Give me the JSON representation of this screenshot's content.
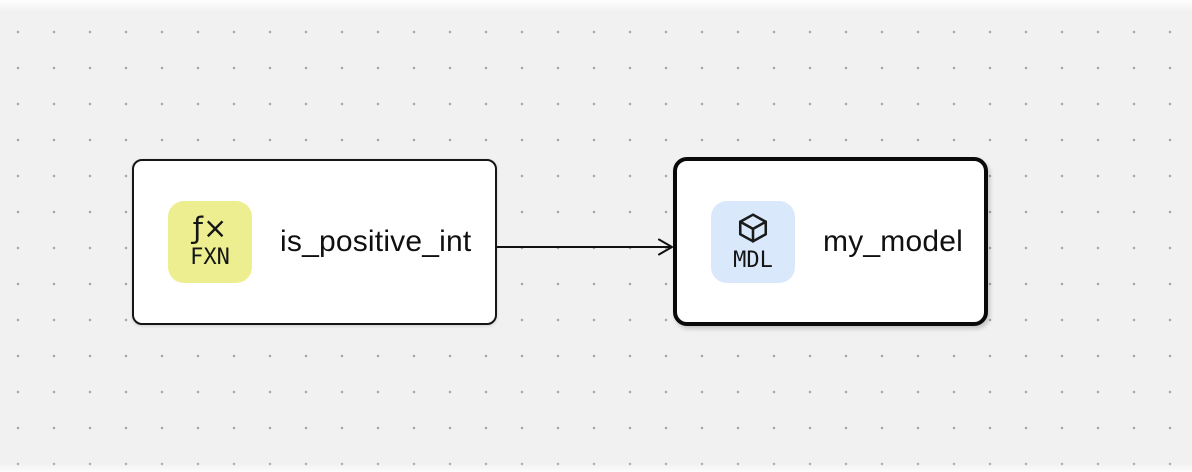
{
  "canvas": {
    "background_color": "#f1f1f1",
    "dot_color": "#a6a6a6"
  },
  "nodes": [
    {
      "label": "is_positive_int",
      "badge": "FXN",
      "icon": "function-icon",
      "icon_glyph": "ƒ×",
      "badge_color": "#edee8f",
      "selected": false
    },
    {
      "label": "my_model",
      "badge": "MDL",
      "icon": "cube-icon",
      "badge_color": "#d9e8fb",
      "selected": true
    }
  ],
  "edge": {
    "from": "is_positive_int",
    "to": "my_model",
    "color": "#111111"
  }
}
